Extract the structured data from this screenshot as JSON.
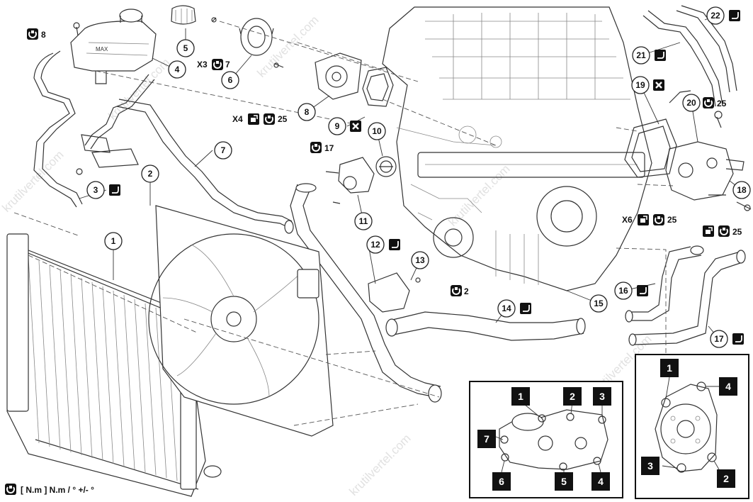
{
  "watermark": "krutilvertel.com",
  "legend": {
    "text": "[ N.m ] N.m / ° +/- °",
    "icon": "torque-icon"
  },
  "callouts": [
    "1",
    "2",
    "3",
    "4",
    "5",
    "6",
    "7",
    "8",
    "9",
    "10",
    "11",
    "12",
    "13",
    "14",
    "15",
    "16",
    "17",
    "18",
    "19",
    "20",
    "21",
    "22"
  ],
  "torque_labels": {
    "fastener_8": "8",
    "pump_pulley": "X3",
    "pump_pulley_value": "7",
    "water_pump_bolts": "X4",
    "water_pump_value": "25",
    "thermostat_housing": "17",
    "sensor_13": "2",
    "outlet_housing_x6": "X6",
    "outlet_housing_value": "25",
    "bracket_18_value": "25",
    "callout_20_value": "25"
  },
  "inset_left": {
    "labels": [
      "1",
      "2",
      "3",
      "7",
      "6",
      "5",
      "4"
    ]
  },
  "inset_right": {
    "labels": [
      "1",
      "4",
      "3",
      "2"
    ]
  },
  "icons": [
    "torque-icon",
    "hose-clamp-icon",
    "replace-part-icon",
    "tighten-order-icon"
  ]
}
